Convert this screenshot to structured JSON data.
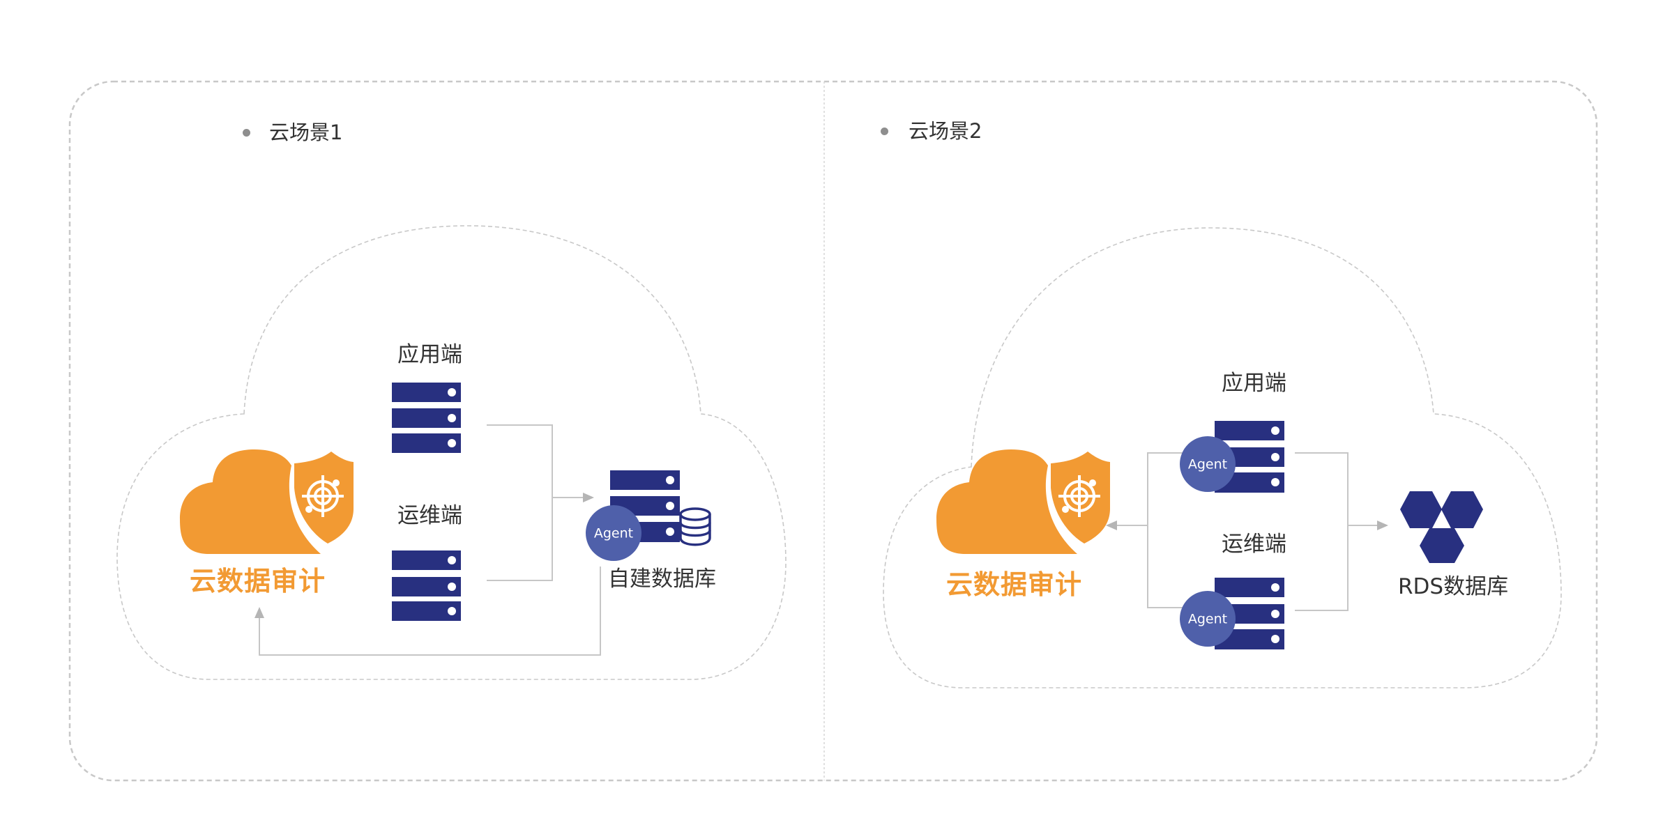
{
  "colors": {
    "orange": "#F29A33",
    "navy": "#283080",
    "agent": "#4F60AA",
    "line": "#C6C6C6",
    "arrow": "#B5B5B5",
    "dashed": "#C8C8C8",
    "text": "#333333",
    "bullet": "#8E8E8E"
  },
  "scene1": {
    "title": "云场景1",
    "brand_label": "云数据审计",
    "app_label": "应用端",
    "ops_label": "运维端",
    "db_label": "自建数据库",
    "agent_label": "Agent"
  },
  "scene2": {
    "title": "云场景2",
    "brand_label": "云数据审计",
    "app_label": "应用端",
    "ops_label": "运维端",
    "db_label": "RDS数据库",
    "app_agent_label": "Agent",
    "ops_agent_label": "Agent"
  }
}
